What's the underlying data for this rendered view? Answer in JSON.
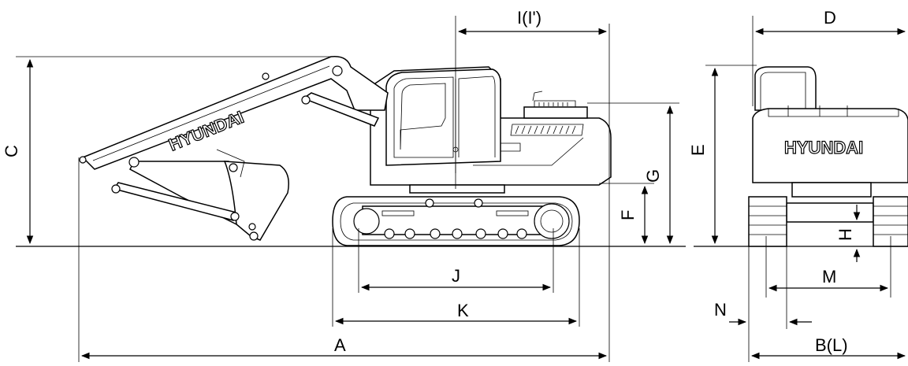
{
  "labels": {
    "A": "A",
    "B": "B(L)",
    "C": "C",
    "D": "D",
    "E": "E",
    "F": "F",
    "G": "G",
    "H": "H",
    "I": "I(I')",
    "J": "J",
    "K": "K",
    "M": "M",
    "N": "N"
  },
  "brand": {
    "boom": "HYUNDAI",
    "rear": "HYUNDAI"
  },
  "icons": [
    "excavator-side-view",
    "excavator-rear-view"
  ]
}
